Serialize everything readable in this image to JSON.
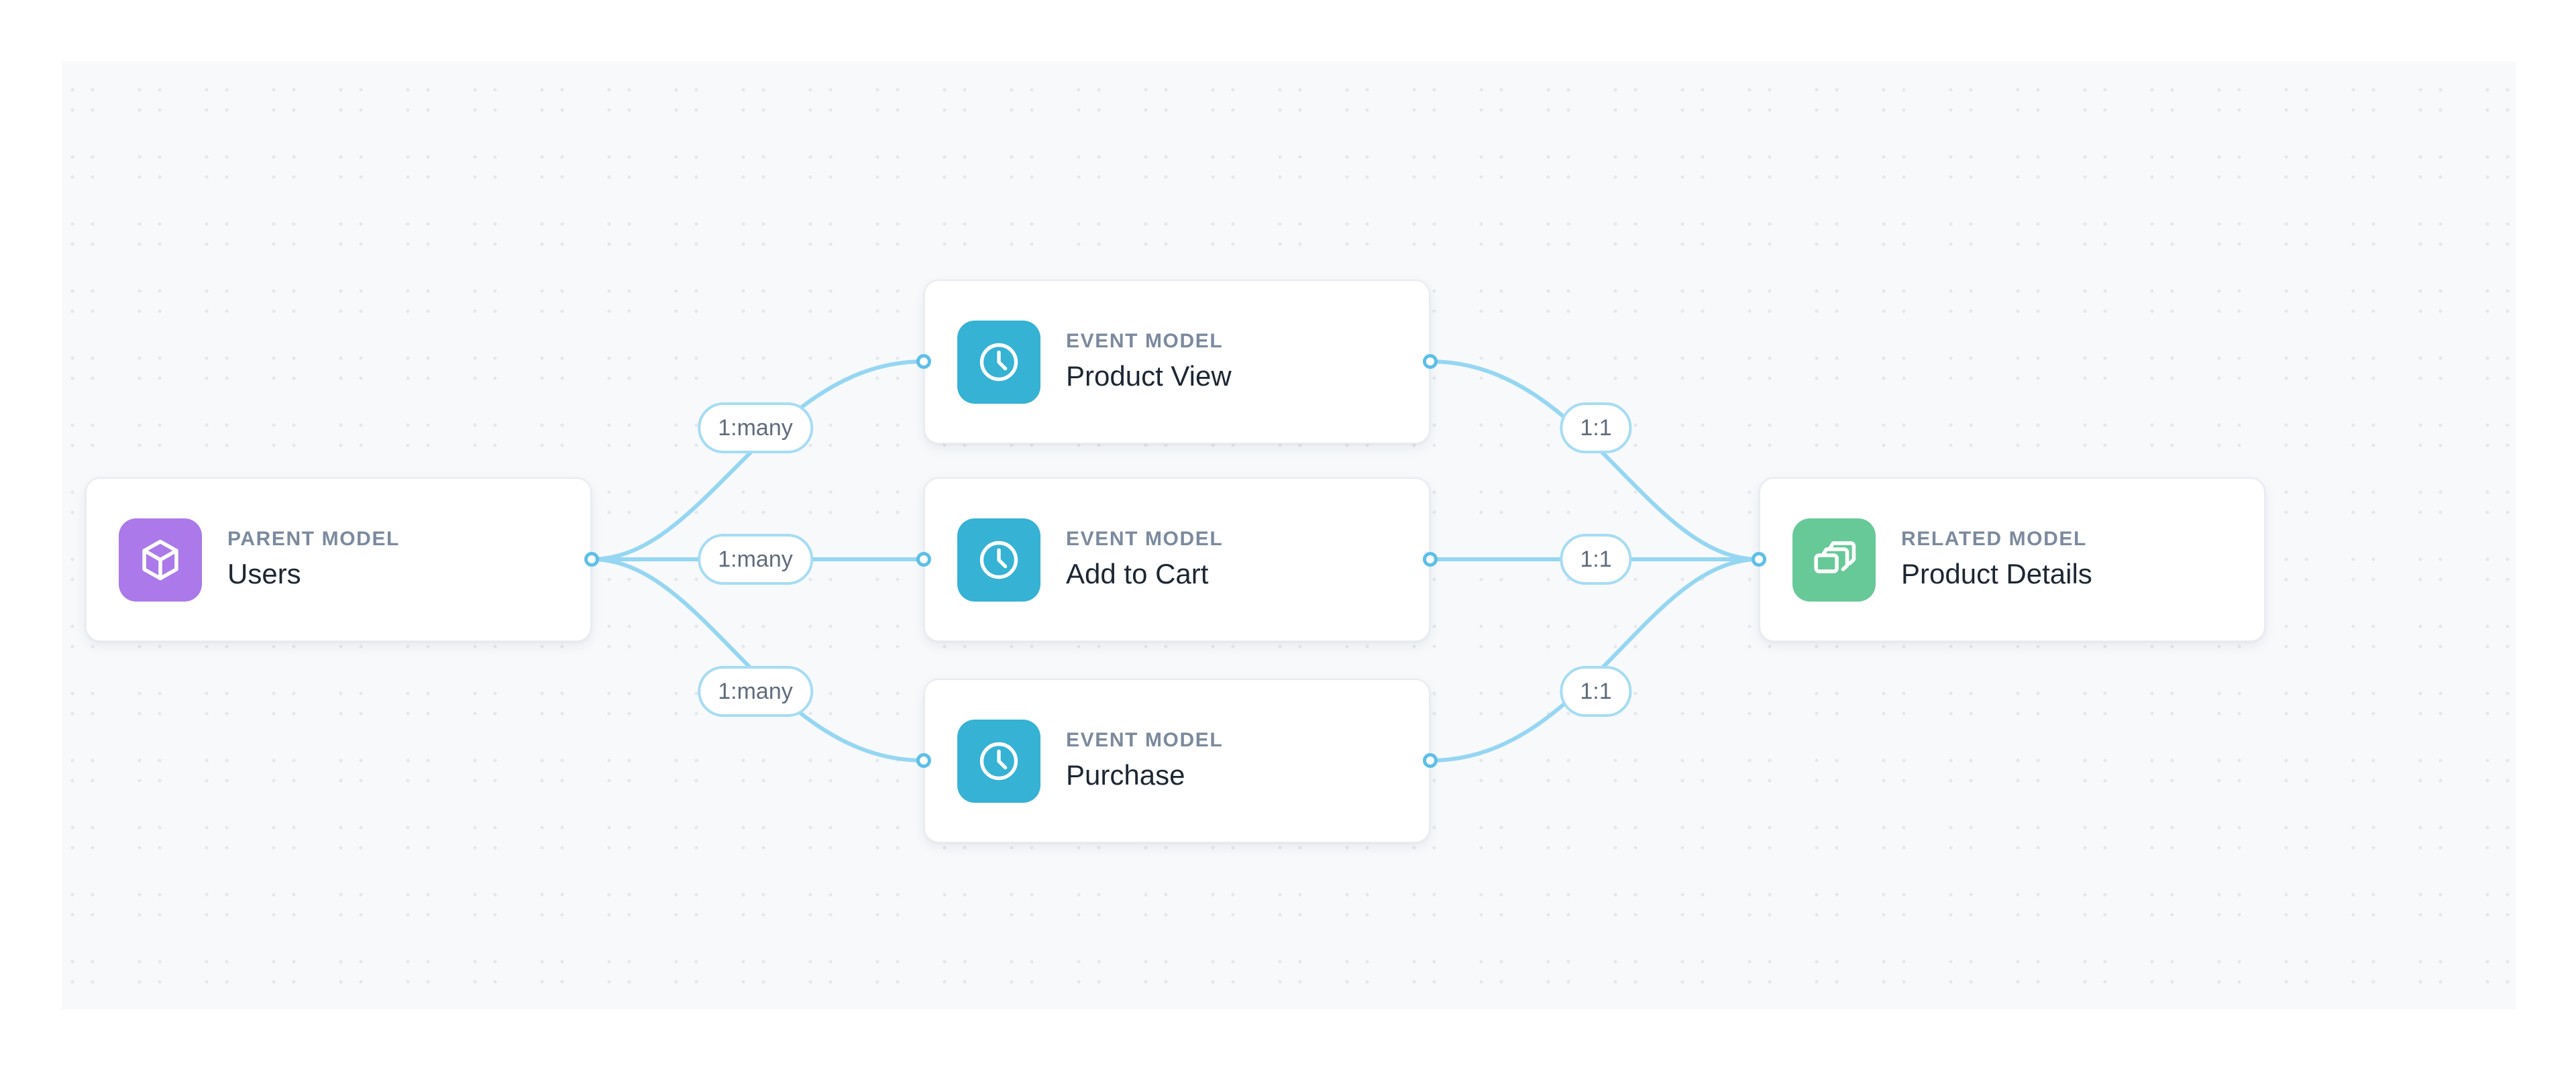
{
  "canvas": {
    "background_color": "#f7f9fb",
    "dot_color": "#e4e8ee",
    "outer_color": "#ffffff"
  },
  "theme": {
    "wire_color": "#95d6f2",
    "port_ring_color": "#5cbfe8",
    "pill_border_color": "#a6dcf4",
    "pill_text_color": "#606c7d",
    "card_border_color": "#e8ecf1",
    "kind_label_color": "#7b8a9e",
    "title_color": "#1d2733",
    "parent_icon_color": "#ab79ea",
    "event_icon_color": "#35b2d4",
    "related_icon_color": "#68c998"
  },
  "nodes": {
    "parent": {
      "kind": "PARENT MODEL",
      "title": "Users",
      "icon": "cube-icon",
      "icon_color": "#ab79ea"
    },
    "events": [
      {
        "kind": "EVENT MODEL",
        "title": "Product View",
        "icon": "clock-icon",
        "icon_color": "#35b2d4"
      },
      {
        "kind": "EVENT MODEL",
        "title": "Add to Cart",
        "icon": "clock-icon",
        "icon_color": "#35b2d4"
      },
      {
        "kind": "EVENT MODEL",
        "title": "Purchase",
        "icon": "clock-icon",
        "icon_color": "#35b2d4"
      }
    ],
    "related": {
      "kind": "RELATED MODEL",
      "title": "Product Details",
      "icon": "layers-icon",
      "icon_color": "#68c998"
    }
  },
  "edges": {
    "left": [
      {
        "from": "Users",
        "to": "Product View",
        "label": "1:many"
      },
      {
        "from": "Users",
        "to": "Add to Cart",
        "label": "1:many"
      },
      {
        "from": "Users",
        "to": "Purchase",
        "label": "1:many"
      }
    ],
    "right": [
      {
        "from": "Product View",
        "to": "Product Details",
        "label": "1:1"
      },
      {
        "from": "Add to Cart",
        "to": "Product Details",
        "label": "1:1"
      },
      {
        "from": "Purchase",
        "to": "Product Details",
        "label": "1:1"
      }
    ]
  }
}
